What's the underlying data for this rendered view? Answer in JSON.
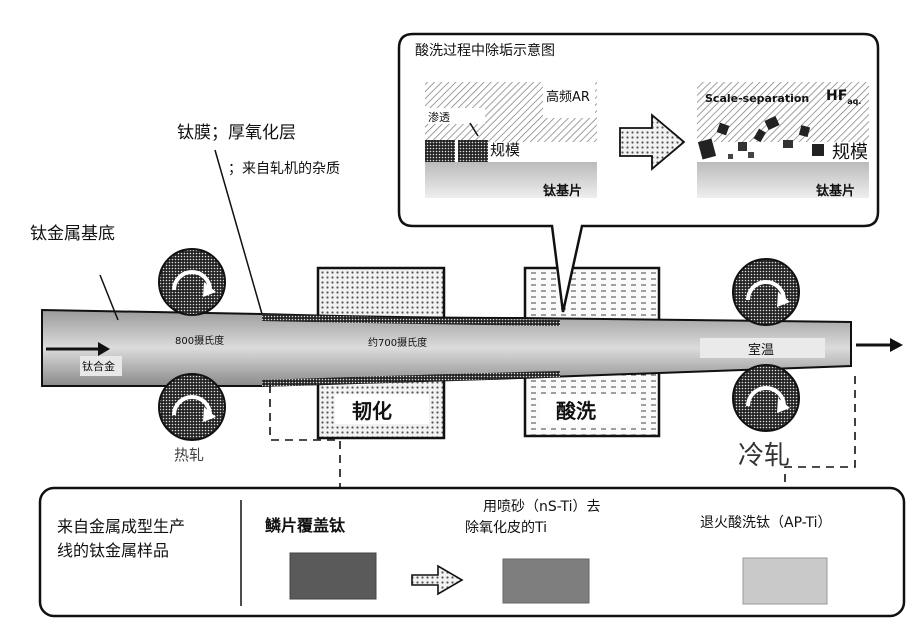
{
  "labels": {
    "ti_substrate": "钛金属基底",
    "ti_film": "钛膜；厚氧化层",
    "impurity": "；来自轧机的杂质",
    "inlet": "钛合金",
    "temp_800": "800摄氏度",
    "temp_700": "约700摄氏度",
    "room_temp": "室温",
    "hot_roll": "热轧",
    "cold_roll": "冷轧",
    "annealing": "韧化",
    "pickling": "酸洗"
  },
  "inset": {
    "title": "酸洗过程中除垢示意图",
    "left": {
      "acid": "高频AR",
      "penetration": "渗透",
      "scale": "规模",
      "substrate": "钛基片"
    },
    "right": {
      "separation": "Scale-separation",
      "hf_main": "HF",
      "hf_sub": "aq.",
      "scale": "规模",
      "substrate": "钛基片"
    }
  },
  "samples": {
    "source": [
      "来自金属成型生产",
      "线的钛金属样品"
    ],
    "scale_covered": "鳞片覆盖钛",
    "sandblasted": [
      "用喷砂（nS-Ti）去",
      "除氧化皮的Ti"
    ],
    "annealed": "退火酸洗钛（AP-Ti）"
  }
}
